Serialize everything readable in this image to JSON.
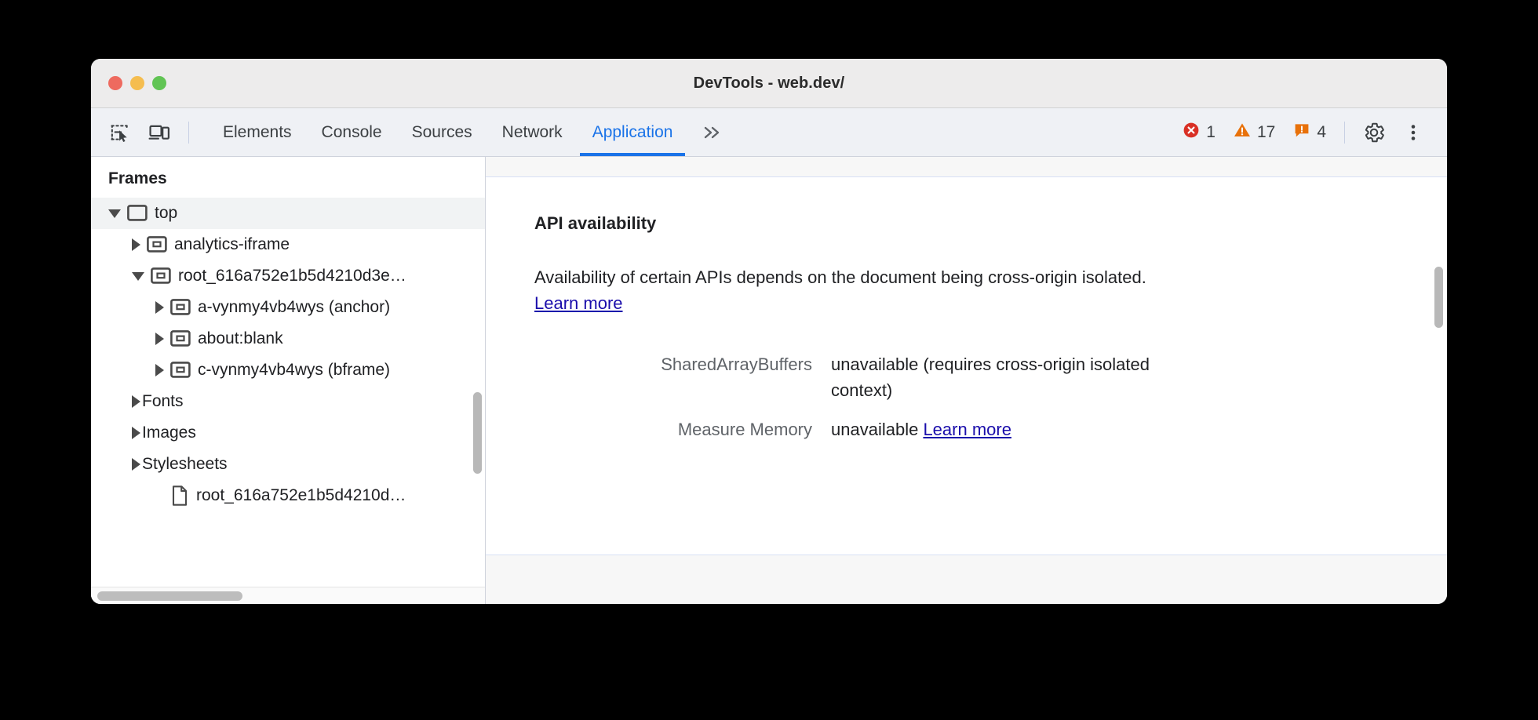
{
  "window": {
    "title": "DevTools - web.dev/",
    "traffic_lights": [
      "close",
      "minimize",
      "zoom"
    ]
  },
  "toolbar": {
    "inspect_icon": "inspect-element-icon",
    "device_icon": "device-toolbar-icon",
    "tabs": [
      {
        "label": "Elements",
        "active": false
      },
      {
        "label": "Console",
        "active": false
      },
      {
        "label": "Sources",
        "active": false
      },
      {
        "label": "Network",
        "active": false
      },
      {
        "label": "Application",
        "active": true
      }
    ],
    "more_tabs_label": "»",
    "badges": [
      {
        "name": "errors",
        "icon": "error-icon",
        "count": "1",
        "color": "#d93025"
      },
      {
        "name": "warnings",
        "icon": "warning-icon",
        "count": "17",
        "color": "#e8710a"
      },
      {
        "name": "issues",
        "icon": "issue-icon",
        "count": "4",
        "color": "#e8710a"
      }
    ],
    "settings_icon": "gear-icon",
    "more_options_icon": "kebab-menu-icon"
  },
  "sidebar": {
    "header": "Frames",
    "tree": [
      {
        "label": "top",
        "indent": 0,
        "toggle": "open",
        "icon": "frame-icon",
        "selected": true
      },
      {
        "label": "analytics-iframe",
        "indent": 1,
        "toggle": "closed",
        "icon": "iframe-icon",
        "selected": false
      },
      {
        "label": "root_616a752e1b5d4210d3e…",
        "indent": 1,
        "toggle": "open",
        "icon": "iframe-icon",
        "selected": false
      },
      {
        "label": "a-vynmy4vb4wys (anchor)",
        "indent": 2,
        "toggle": "closed",
        "icon": "iframe-icon",
        "selected": false
      },
      {
        "label": "about:blank",
        "indent": 2,
        "toggle": "closed",
        "icon": "iframe-icon",
        "selected": false
      },
      {
        "label": "c-vynmy4vb4wys (bframe)",
        "indent": 2,
        "toggle": "closed",
        "icon": "iframe-icon",
        "selected": false
      },
      {
        "label": "Fonts",
        "indent": 1,
        "toggle": "closed",
        "icon": "none",
        "selected": false
      },
      {
        "label": "Images",
        "indent": 1,
        "toggle": "closed",
        "icon": "none",
        "selected": false
      },
      {
        "label": "Stylesheets",
        "indent": 1,
        "toggle": "closed",
        "icon": "none",
        "selected": false
      },
      {
        "label": "root_616a752e1b5d4210d…",
        "indent": 2,
        "toggle": "none",
        "icon": "document-icon",
        "selected": false
      }
    ]
  },
  "main": {
    "section_title": "API availability",
    "description_before_link": "Availability of certain APIs depends on the document being cross-origin isolated. ",
    "description_link": "Learn more",
    "rows": [
      {
        "key": "SharedArrayBuffers",
        "value": "unavailable",
        "note": "(requires cross-origin isolated context)",
        "link": ""
      },
      {
        "key": "Measure Memory",
        "value": "unavailable",
        "note": "",
        "link": "Learn more"
      }
    ]
  },
  "colors": {
    "accent": "#1a73e8",
    "link": "#1a0dab",
    "error": "#d93025",
    "warning": "#e8710a",
    "toolbar_bg": "#eff1f5",
    "titlebar_bg": "#edecec"
  }
}
